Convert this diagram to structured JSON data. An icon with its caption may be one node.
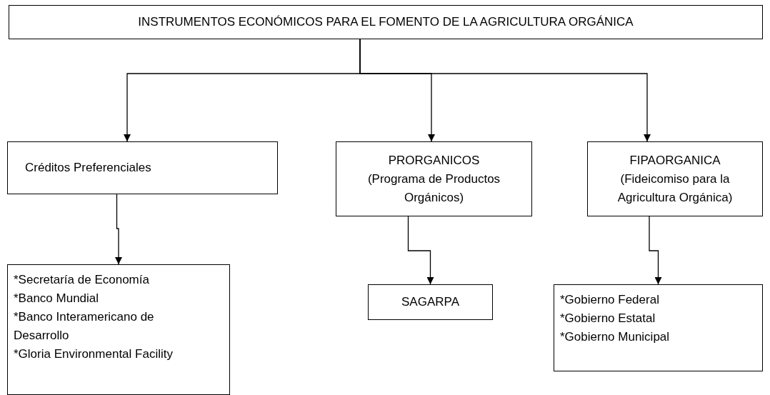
{
  "diagram": {
    "nodes": [
      {
        "text": [
          "INSTRUMENTOS ECONÓMICOS PARA EL FOMENTO DE LA AGRICULTURA ORGÁNICA"
        ]
      },
      {
        "text": [
          "Créditos Preferenciales"
        ]
      },
      {
        "text": [
          "PRORGANICOS",
          "(Programa de Productos Orgánicos)"
        ]
      },
      {
        "text": [
          "FIPAORGANICA",
          "(Fideicomiso para la Agricultura Orgánica)"
        ]
      },
      {
        "text": [
          "*Secretaría de Economía",
          "*Banco Mundial",
          "*Banco Interamericano de Desarrollo",
          "*Gloria Environmental Facility"
        ]
      },
      {
        "text": [
          "SAGARPA"
        ]
      },
      {
        "text": [
          "*Gobierno Federal",
          "*Gobierno Estatal",
          "*Gobierno Municipal"
        ]
      }
    ],
    "edges": [
      {
        "from": 0,
        "to": 1,
        "arrow": "to"
      },
      {
        "from": 0,
        "to": 2,
        "arrow": "to"
      },
      {
        "from": 0,
        "to": 3,
        "arrow": "to"
      },
      {
        "from": 1,
        "to": 4,
        "arrow": "to"
      },
      {
        "from": 2,
        "to": 5,
        "arrow": "to"
      },
      {
        "from": 3,
        "to": 6,
        "arrow": "to"
      }
    ]
  }
}
